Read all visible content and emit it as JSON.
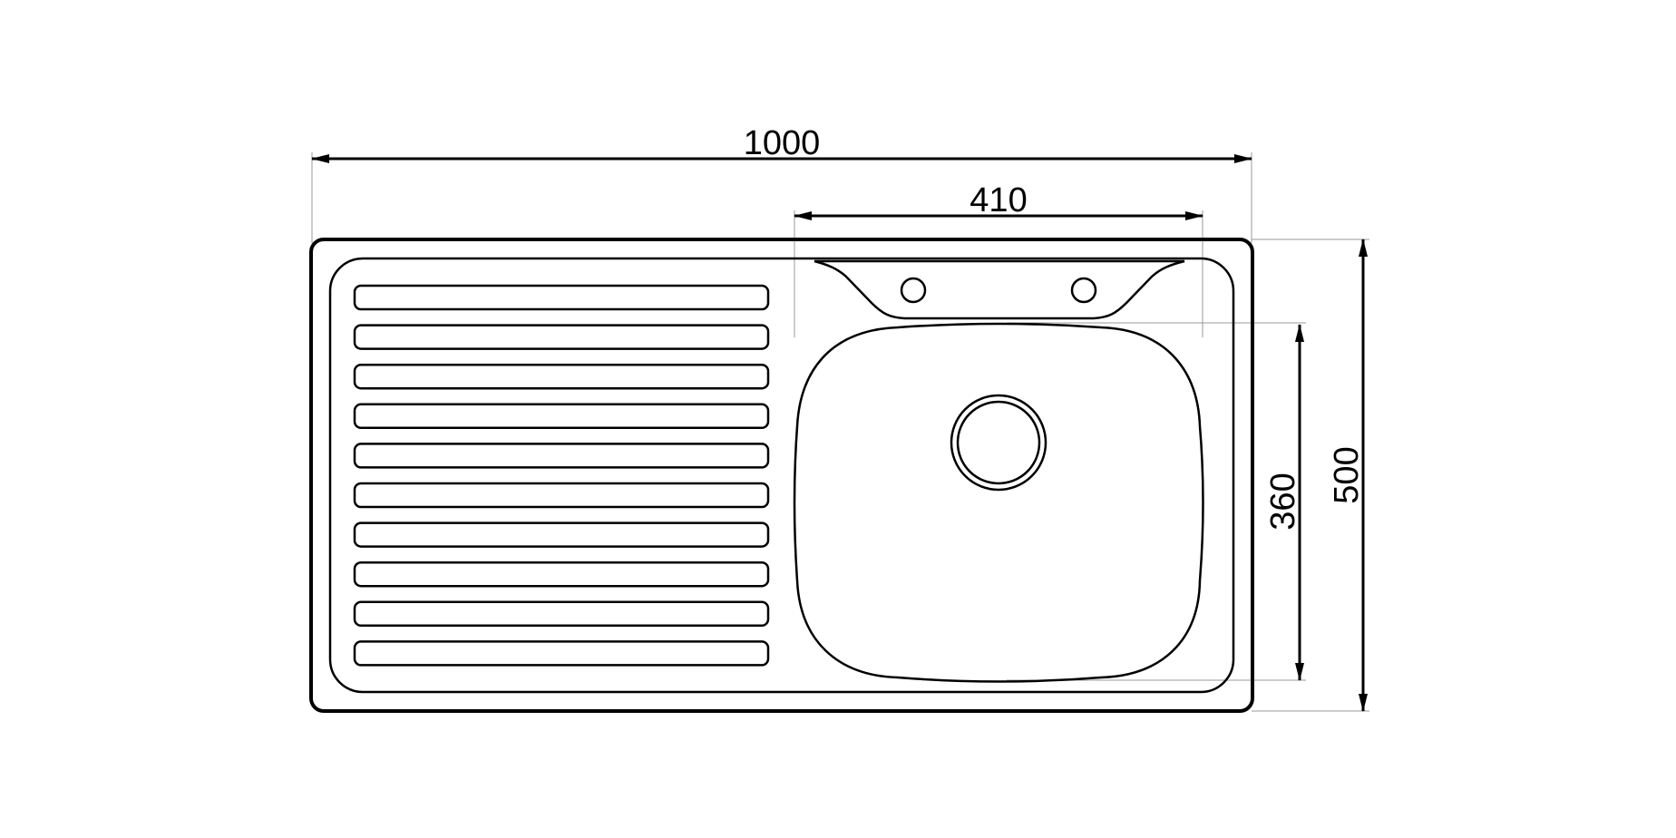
{
  "dimensions": {
    "overall_width": "1000",
    "bowl_width": "410",
    "bowl_depth": "360",
    "overall_depth": "500"
  },
  "drainboard": {
    "groove_count": 10
  },
  "colors": {
    "line": "#000000",
    "extension_line": "#9a9a9a",
    "background": "#ffffff"
  }
}
